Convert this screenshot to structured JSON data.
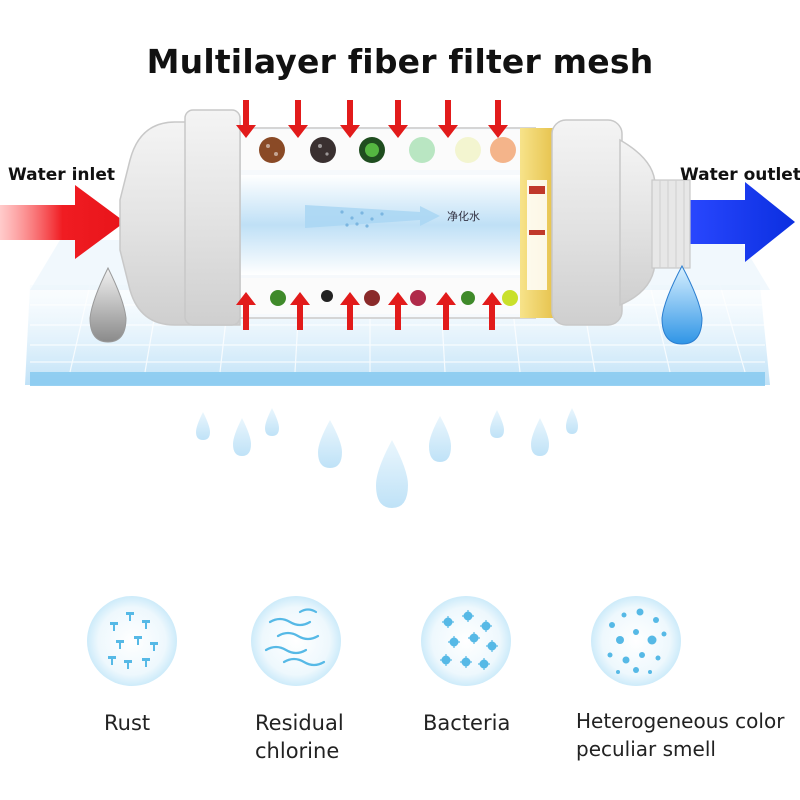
{
  "title": "Multilayer fiber filter mesh",
  "inlet_label": "Water inlet",
  "outlet_label": "Water outlet",
  "inner_label": "净化水",
  "colors": {
    "inlet_arrow": "#e8141a",
    "outlet_arrow": "#0b2fe0",
    "filter_arrow": "#e21b1b",
    "water_blue": "#7ec3ef",
    "icon_blue": "#6cc7ee"
  },
  "contaminants": [
    {
      "name": "Rust",
      "lines": [
        "Rust"
      ],
      "icon": "rust-icon"
    },
    {
      "name": "Residual chlorine",
      "lines": [
        "Residual",
        "chlorine"
      ],
      "icon": "chlorine-icon"
    },
    {
      "name": "Bacteria",
      "lines": [
        "Bacteria"
      ],
      "icon": "bacteria-icon"
    },
    {
      "name": "Heterogeneous color peculiar smell",
      "lines": [
        "Heterogeneous color",
        "peculiar smell"
      ],
      "icon": "odor-icon"
    }
  ]
}
